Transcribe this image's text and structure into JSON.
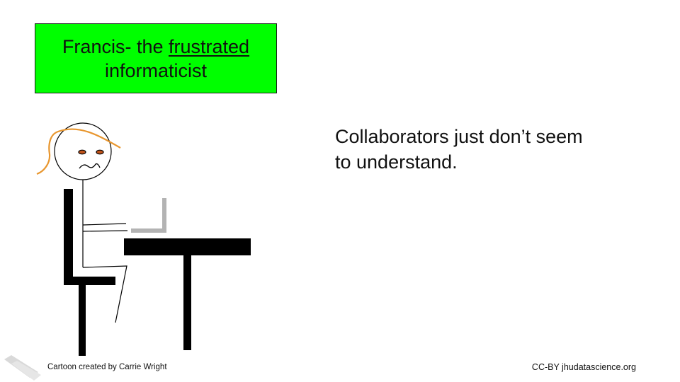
{
  "title": {
    "prefix": "Francis- the ",
    "emphasis": "frustrated",
    "line2": "informaticist"
  },
  "caption": {
    "line1": "Collaborators just don’t seem",
    "line2": "to understand."
  },
  "footer": {
    "credit": "Cartoon created by Carrie Wright",
    "license": "CC-BY jhudatascience.org"
  },
  "colors": {
    "title_background": "#00ff00",
    "hair": "#e8962e",
    "eyes": "#c0531a",
    "laptop": "#b3b3b3"
  },
  "icons": [
    "jhu-data-science-logo-icon"
  ]
}
